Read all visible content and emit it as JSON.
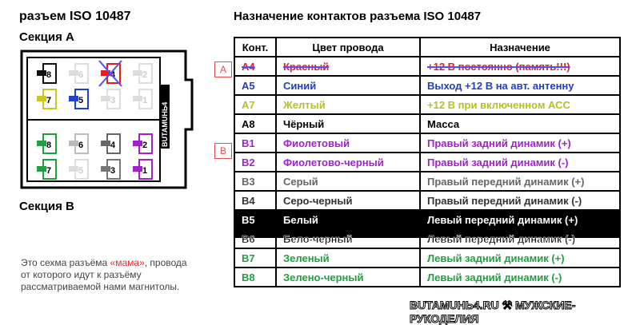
{
  "left": {
    "title": "разъем ISO 10487",
    "section_a": "Секция A",
    "section_b": "Секция B",
    "brand_vertical": "BUTAMUHЬ4",
    "note_before": "Это сехма разъёма ",
    "note_highlight": "«мама»",
    "note_after": ", провода от которого идут к разъёму рассматриваемой нами магнитолы.",
    "pins_a": [
      {
        "n": "8",
        "color": "#111111"
      },
      {
        "n": "6",
        "color": "#dddddd"
      },
      {
        "n": "4",
        "color": "#e02020",
        "crossed": true
      },
      {
        "n": "2",
        "color": "#dddddd"
      },
      {
        "n": "7",
        "color": "#c8c820"
      },
      {
        "n": "5",
        "color": "#2040d0"
      },
      {
        "n": "3",
        "color": "#dddddd"
      },
      {
        "n": "1",
        "color": "#dddddd"
      }
    ],
    "pins_b": [
      {
        "n": "8",
        "color": "#20a040"
      },
      {
        "n": "6",
        "color": "#bbbbbb"
      },
      {
        "n": "4",
        "color": "#666666"
      },
      {
        "n": "2",
        "color": "#a020d0"
      },
      {
        "n": "7",
        "color": "#20a040"
      },
      {
        "n": "5",
        "color": "#dddddd"
      },
      {
        "n": "3",
        "color": "#777777"
      },
      {
        "n": "1",
        "color": "#a020d0"
      }
    ]
  },
  "table": {
    "title": "Назначение контактов разъема ISO 10487",
    "headers": [
      "Конт.",
      "Цвет провода",
      "Назначение"
    ],
    "markers": [
      "A",
      "B"
    ],
    "rows": [
      {
        "pin": "A4",
        "wire": "Красный",
        "purpose": "+12 В постоянно (память!!!)",
        "color": "#e02020",
        "strike": true
      },
      {
        "pin": "A5",
        "wire": "Синий",
        "purpose": "Выход +12 В на авт. антенну",
        "color": "#2040c0"
      },
      {
        "pin": "A7",
        "wire": "Желтый",
        "purpose": "+12 В при включенном АСС",
        "color": "#b8c020"
      },
      {
        "pin": "A8",
        "wire": "Чёрный",
        "purpose": "Масса",
        "color": "#000000"
      },
      {
        "pin": "B1",
        "wire": "Фиолетовый",
        "purpose": "Правый задний динамик (+)",
        "color": "#a020d0"
      },
      {
        "pin": "B2",
        "wire": "Фиолетово-черный",
        "purpose": "Правый задний динамик (-)",
        "color": "#a020d0"
      },
      {
        "pin": "B3",
        "wire": "Серый",
        "purpose": "Правый передний динамик (+)",
        "color": "#666666"
      },
      {
        "pin": "B4",
        "wire": "Серо-черный",
        "purpose": "Правый передний динамик (-)",
        "color": "#333333"
      },
      {
        "pin": "B5",
        "wire": "Белый",
        "purpose": "Левый передний динамик (+)",
        "color": "#ffffff",
        "bg": "#000000"
      },
      {
        "pin": "B6",
        "wire": "Бело-черный",
        "purpose": "Левый передний динамик (-)",
        "color": "#000000",
        "half": true
      },
      {
        "pin": "B7",
        "wire": "Зеленый",
        "purpose": "Левый задний динамик (+)",
        "color": "#20a040"
      },
      {
        "pin": "B8",
        "wire": "Зелено-черный",
        "purpose": "Левый задний динамик (-)",
        "color": "#20a040"
      }
    ]
  },
  "watermark": "BUTAMUHЬ4.RU ⚒ МУЖСКИЕ-РУКОДЕЛИЯ"
}
